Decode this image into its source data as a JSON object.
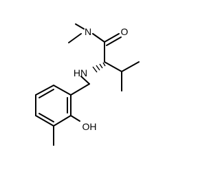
{
  "molecule": {
    "atoms": {
      "amide_n": "N",
      "carbonyl_o": "O",
      "amine_nh": "HN",
      "phenol_oh": "OH"
    },
    "colors": {
      "bond": "#000000",
      "label": "#000000",
      "background": "#ffffff"
    }
  }
}
